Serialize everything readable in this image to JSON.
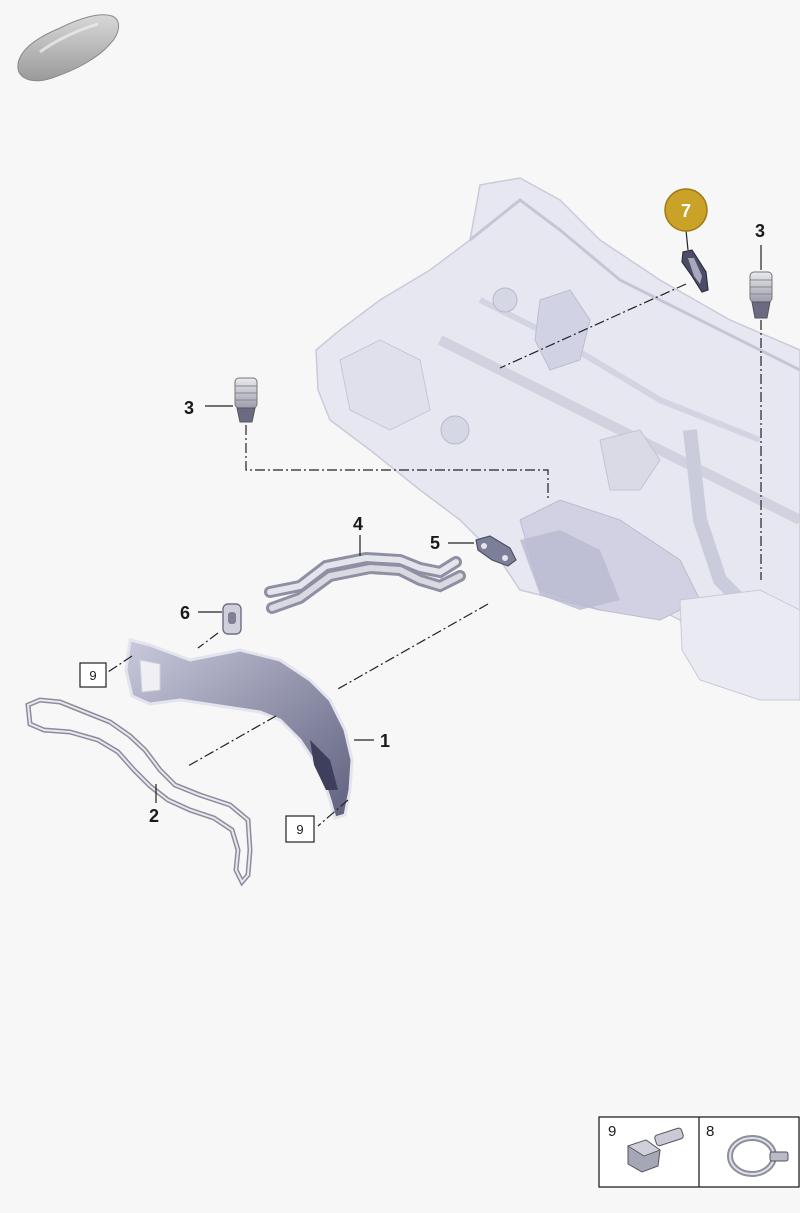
{
  "callouts": [
    {
      "id": "callout-1",
      "label": "1"
    },
    {
      "id": "callout-2",
      "label": "2"
    },
    {
      "id": "callout-3-left",
      "label": "3"
    },
    {
      "id": "callout-3-right",
      "label": "3"
    },
    {
      "id": "callout-4",
      "label": "4"
    },
    {
      "id": "callout-5",
      "label": "5"
    },
    {
      "id": "callout-6",
      "label": "6"
    },
    {
      "id": "callout-7",
      "label": "7"
    }
  ],
  "boxed_refs": [
    {
      "id": "ref-9-upper",
      "label": "9"
    },
    {
      "id": "ref-9-lower",
      "label": "9"
    }
  ],
  "legend": {
    "left": {
      "label": "9",
      "icon": "bolt-icon"
    },
    "right": {
      "label": "8",
      "icon": "hose-clamp-icon"
    }
  },
  "colors": {
    "highlight": "#c9a227",
    "highlight_stroke": "#9c7a14",
    "body_fill": "#e3e4ef",
    "part_fill": "#9fa0b8"
  },
  "icons": {
    "top_left": "car-silhouette-icon"
  }
}
